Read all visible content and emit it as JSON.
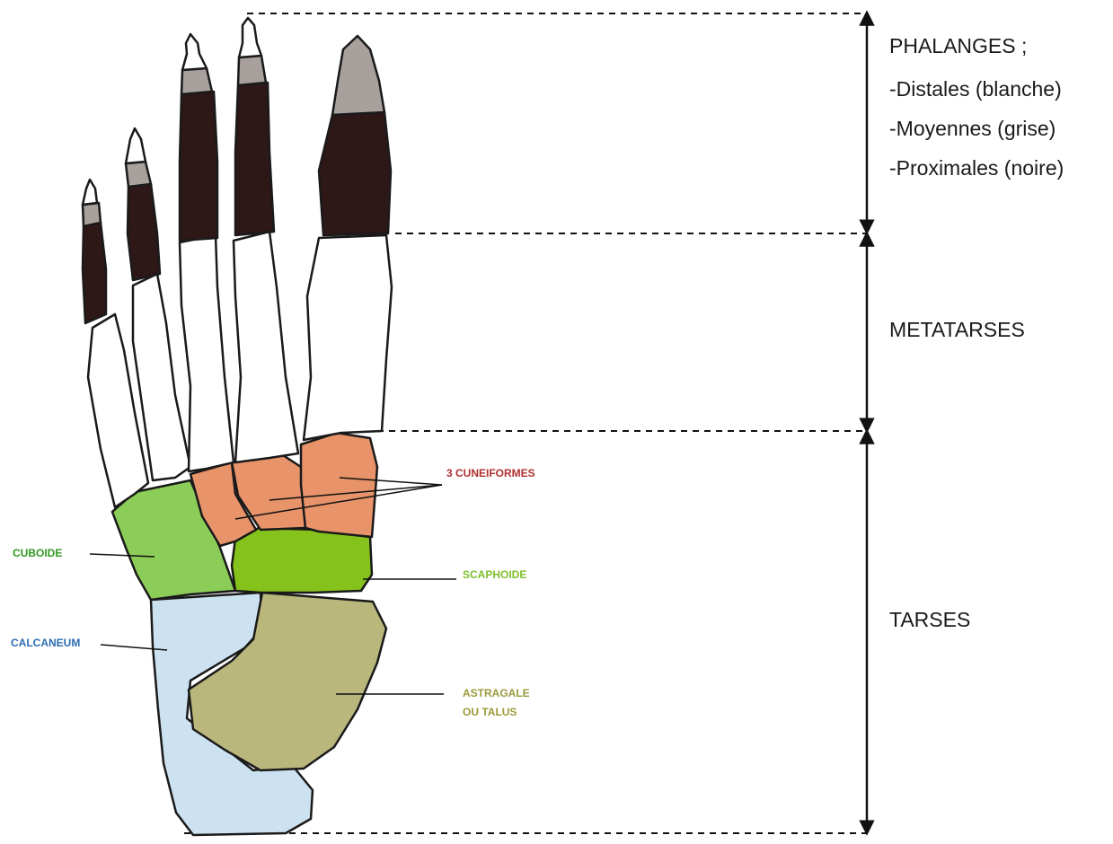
{
  "labels": {
    "phalanges_title": "PHALANGES ;",
    "phalanges_distales": "-Distales (blanche)",
    "phalanges_moyennes": "-Moyennes (grise)",
    "phalanges_proximales": "-Proximales (noire)",
    "metatarses": "METATARSES",
    "tarses": "TARSES",
    "cuneiformes": "3 CUNEIFORMES",
    "cuboide": "CUBOIDE",
    "scaphoide": "SCAPHOIDE",
    "calcaneum": "CALCANEUM",
    "astragale_line1": "ASTRAGALE",
    "astragale_line2": "OU TALUS"
  },
  "colors": {
    "distal": "#ffffff",
    "middle": "#a8a09c",
    "proximal": "#2e1717",
    "metatarsal": "#ffffff",
    "cuneiform": "#e8936a",
    "cuboid": "#8ccd5a",
    "scaphoid": "#86c21c",
    "calcaneus": "#cde2f0",
    "talus": "#b9b77c",
    "label_cuneiformes": "#b03030",
    "label_cuboide": "#2f9a1e",
    "label_scaphoide": "#7fbf2a",
    "label_calcaneum": "#2e6db4",
    "label_astragale": "#9a9a3a"
  }
}
